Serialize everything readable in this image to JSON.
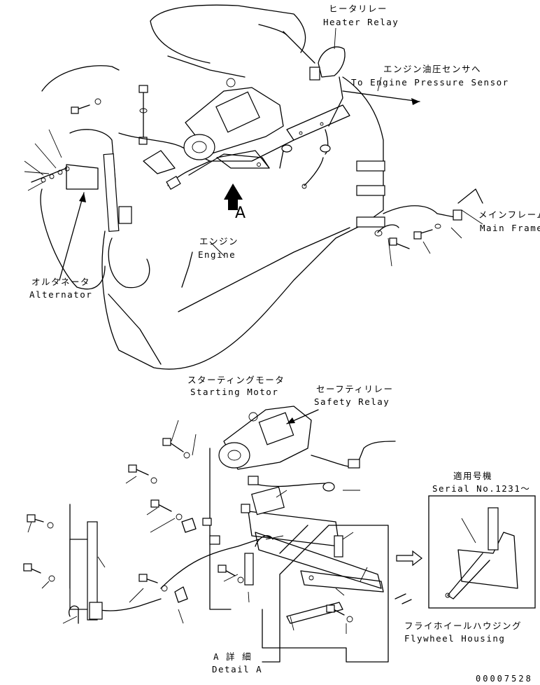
{
  "labels": {
    "heater_relay_jp": "ヒータリレー",
    "heater_relay_en": "Heater Relay",
    "pressure_sensor_jp": "エンジン油圧センサへ",
    "pressure_sensor_en": "To Engine Pressure Sensor",
    "main_frame_jp": "メインフレーム",
    "main_frame_en": "Main Frame",
    "engine_jp": "エンジン",
    "engine_en": "Engine",
    "view_a": "A",
    "alternator_jp": "オルタネータ",
    "alternator_en": "Alternator",
    "starting_motor_jp": "スターティングモータ",
    "starting_motor_en": "Starting Motor",
    "safety_relay_jp": "セーフティリレー",
    "safety_relay_en": "Safety Relay",
    "serial_jp": "適用号機",
    "serial_en": "Serial No.1231～",
    "flywheel_jp": "フライホイールハウジング",
    "flywheel_en": "Flywheel Housing",
    "detail_jp": "A 詳 細",
    "detail_en": "Detail A",
    "drawing_code": "00007528"
  }
}
